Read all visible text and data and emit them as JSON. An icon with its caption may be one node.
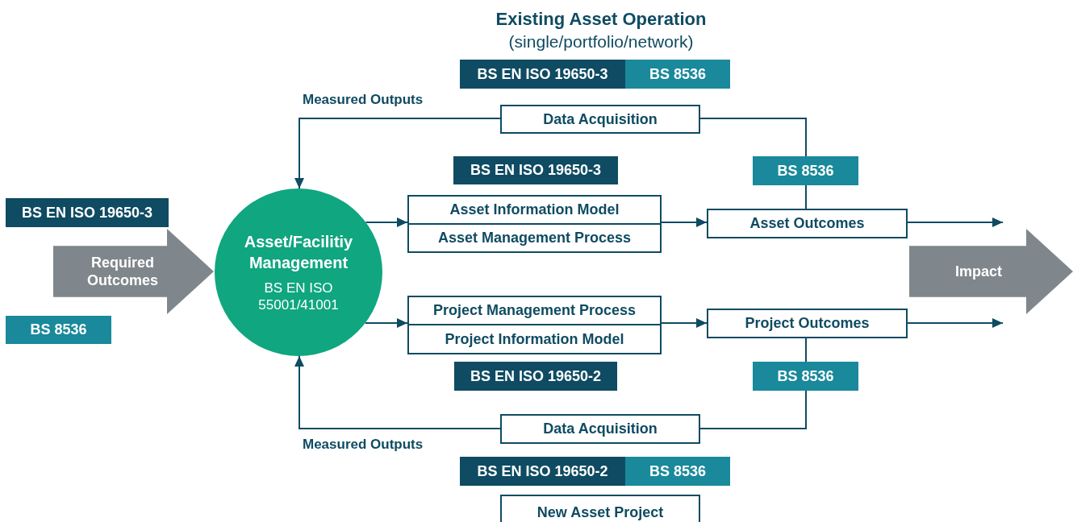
{
  "diagram": {
    "title": "Existing Asset Operation",
    "nodes": [
      {
        "text": [
          "Required Outcomes"
        ]
      },
      {
        "text": [
          "Asset/Facilitiy Management",
          "BS EN ISO 55001/41001"
        ]
      },
      {
        "text": [
          "Data Acquisition"
        ]
      },
      {
        "text": [
          "Asset Information Model"
        ]
      },
      {
        "text": [
          "Asset Management Process"
        ]
      },
      {
        "text": [
          "Asset Outcomes"
        ]
      },
      {
        "text": [
          "Project Management Process"
        ]
      },
      {
        "text": [
          "Project Information Model"
        ]
      },
      {
        "text": [
          "Project Outcomes"
        ]
      },
      {
        "text": [
          "Data Acquisition"
        ]
      },
      {
        "text": [
          "Impact"
        ]
      },
      {
        "text": [
          "New Asset Project"
        ]
      },
      {
        "text": [
          "BS EN ISO 19650-3"
        ]
      },
      {
        "text": [
          "BS 8536"
        ]
      },
      {
        "text": [
          "BS EN ISO 19650-3"
        ]
      },
      {
        "text": [
          "BS 8536"
        ]
      },
      {
        "text": [
          "BS EN ISO 19650-3"
        ]
      },
      {
        "text": [
          "BS 8536"
        ]
      },
      {
        "text": [
          "BS EN ISO 19650-2"
        ]
      },
      {
        "text": [
          "BS 8536"
        ]
      },
      {
        "text": [
          "BS EN ISO 19650-2"
        ]
      },
      {
        "text": [
          "BS 8536"
        ]
      }
    ],
    "edges": [
      {
        "from": 5,
        "to": 15,
        "arrow": "none"
      },
      {
        "from": 15,
        "to": 2,
        "arrow": "none"
      },
      {
        "from": 2,
        "to": 1,
        "arrow": "to",
        "label": "Measured Outputs"
      },
      {
        "from": 1,
        "to": 3,
        "arrow": "to"
      },
      {
        "from": 3,
        "to": 5,
        "arrow": "to"
      },
      {
        "from": 5,
        "to": 10,
        "arrow": "to"
      },
      {
        "from": 1,
        "to": 6,
        "arrow": "to"
      },
      {
        "from": 6,
        "to": 8,
        "arrow": "to"
      },
      {
        "from": 8,
        "to": 10,
        "arrow": "to"
      },
      {
        "from": 8,
        "to": 19,
        "arrow": "none"
      },
      {
        "from": 19,
        "to": 9,
        "arrow": "none"
      },
      {
        "from": 9,
        "to": 1,
        "arrow": "to",
        "label": "Measured Outputs"
      }
    ],
    "labels": [
      "(single/portfolio/network)"
    ]
  }
}
